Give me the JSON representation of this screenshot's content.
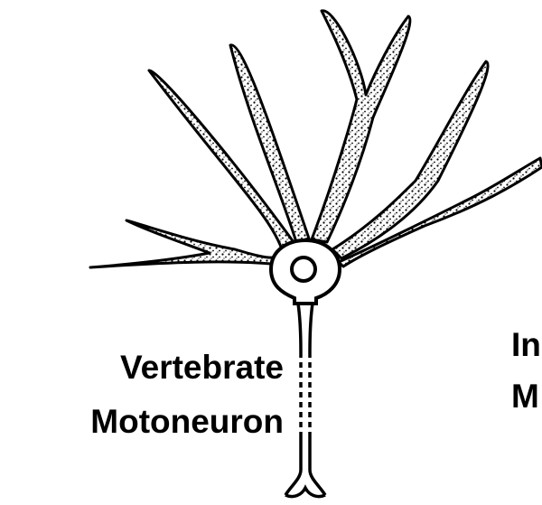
{
  "labels": {
    "vertebrate_line1": "Vertebrate",
    "vertebrate_line2": "Motoneuron",
    "invertebrate_line1_partial": "In",
    "invertebrate_line2_partial": "M"
  },
  "colors": {
    "ink": "#000000",
    "stipple": "#000000",
    "background": "#ffffff"
  }
}
